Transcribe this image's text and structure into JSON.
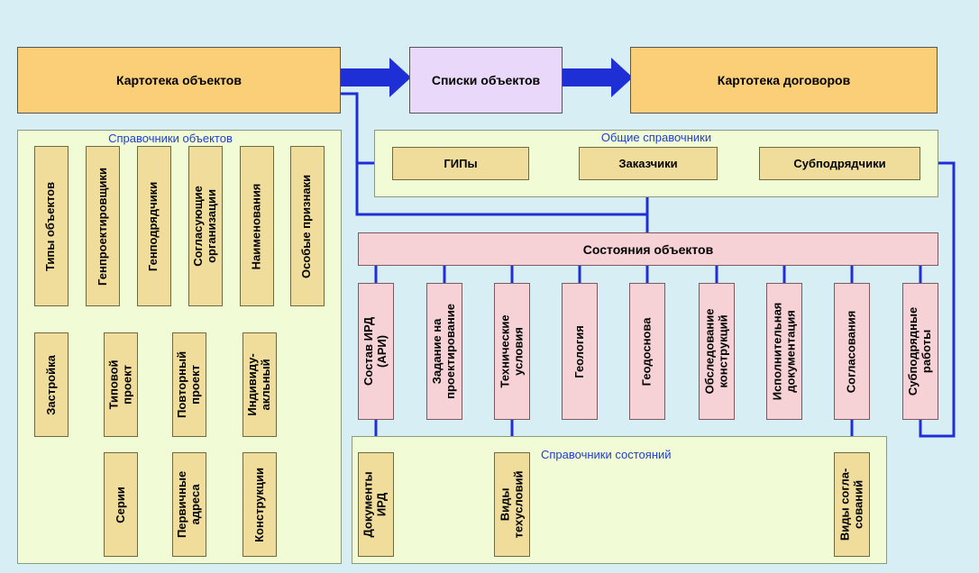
{
  "top": {
    "kartoteka_objects": "Картотека объектов",
    "spiski_objects": "Списки объектов",
    "kartoteka_contracts": "Картотека договоров"
  },
  "object_refs": {
    "title": "Справочники объектов",
    "row1": [
      "Типы объектов",
      "Генпроектировщики",
      "Генподрядчики",
      "Согласующие\nорганизации",
      "Наименования",
      "Особые признаки"
    ],
    "row2": [
      "Застройка",
      "Типовой\nпроект",
      "Повторный\nпроект",
      "Индивиду-\nакльный"
    ],
    "row3": [
      "Серии",
      "Первичные\nадреса",
      "Конструкции"
    ]
  },
  "general_refs": {
    "title": "Общие справочники",
    "items": [
      "ГИПы",
      "Заказчики",
      "Субподрядчики"
    ]
  },
  "states": {
    "title": "Состояния объектов",
    "items": [
      "Состав ИРД\n(АРИ)",
      "Задание на\nпроектирование",
      "Технические\nусловия",
      "Геология",
      "Геодоснова",
      "Обследование\nконструкций",
      "Исполнительная\nдокументация",
      "Согласования",
      "Субподрядные\nработы"
    ]
  },
  "state_refs": {
    "title": "Справочники состояний",
    "items": [
      "Документы\nИРД",
      "Виды\nтехусловий",
      "Виды согла-\nсований"
    ]
  },
  "colors": {
    "connector": "#1f2fd6",
    "panel": "#f1fbd6",
    "tan_box": "#f1dd9b",
    "pink_box": "#f6d1d6",
    "orange": "#fbcf78",
    "violet": "#ead8fa",
    "background": "#d8eef5"
  }
}
